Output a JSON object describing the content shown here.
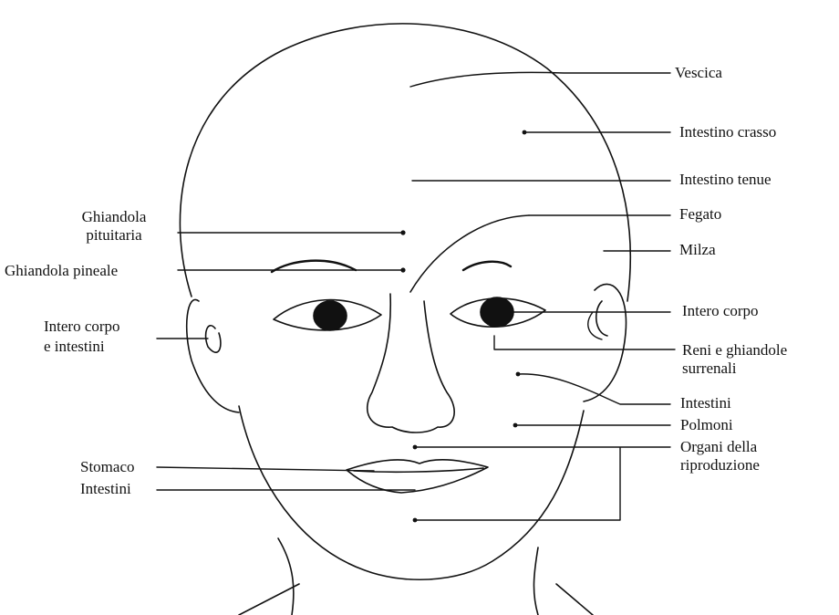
{
  "labels": {
    "vescica": "Vescica",
    "intestino_crasso": "Intestino crasso",
    "intestino_tenue": "Intestino tenue",
    "fegato": "Fegato",
    "milza": "Milza",
    "intero_corpo_right": "Intero corpo",
    "reni_line1": "Reni e ghiandole",
    "reni_line2": "surrenali",
    "intestini_right": "Intestini",
    "polmoni": "Polmoni",
    "organi_line1": "Organi della",
    "organi_line2": "riproduzione",
    "ghiandola_pit_line1": "Ghiandola",
    "ghiandola_pit_line2": "pituitaria",
    "ghiandola_pineale": "Ghiandola pineale",
    "intero_corpo_left_line1": "Intero corpo",
    "intero_corpo_left_line2": "e intestini",
    "stomaco": "Stomaco",
    "intestini_left": "Intestini"
  }
}
